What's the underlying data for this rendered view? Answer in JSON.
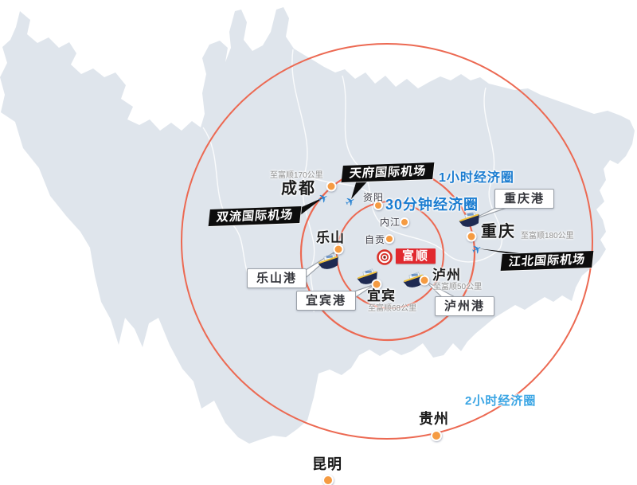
{
  "map": {
    "center_label": "富顺",
    "circles": {
      "c30": "30分钟经济圈",
      "c60": "1小时经济圈",
      "c120": "2小时经济圈"
    },
    "cities": {
      "chengdu": "成都",
      "chongqing": "重庆",
      "leshan": "乐山",
      "luzhou": "泸州",
      "yibin": "宜宾",
      "guizhou": "贵州",
      "kunming": "昆明",
      "ziyang": "资阳",
      "neijiang": "内江",
      "zigong": "自贡"
    },
    "airports": {
      "tianfu": "天府国际机场",
      "shuangliu": "双流国际机场",
      "jiangbei": "江北国际机场"
    },
    "ports": {
      "leshan": "乐山港",
      "yibin": "宜宾港",
      "luzhou": "泸州港",
      "chongqing": "重庆港"
    },
    "distances": {
      "chengdu": "至富顺170公里",
      "chongqing": "至富顺180公里",
      "yibin": "至富顺68公里",
      "luzhou": "至富顺50公里"
    },
    "icons": {
      "plane": "✈"
    },
    "colors": {
      "map_fill": "#dfe5ec",
      "circle_stroke": "#ec6952",
      "blue_label": "#1a7cd0",
      "blue_label_light": "#3aa5e4",
      "dot_orange": "#f59b43",
      "center_red": "#e1292f"
    }
  }
}
